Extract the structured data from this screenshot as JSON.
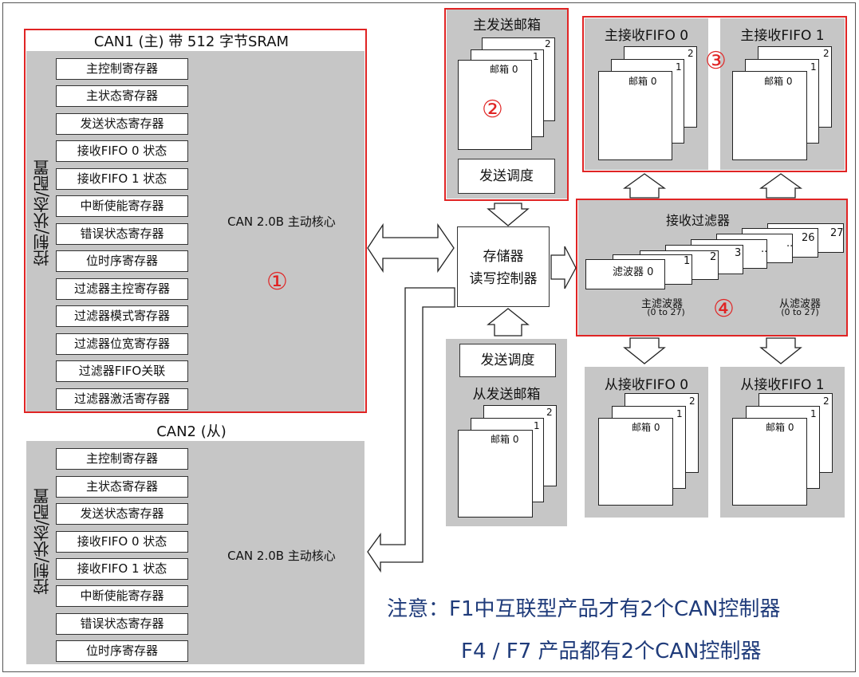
{
  "can1": {
    "title": "CAN1 (主) 带 512 字节SRAM",
    "side_label": "控制/状态/配置",
    "core_label": "CAN 2.0B 主动核心",
    "marker": "①",
    "registers": [
      "主控制寄存器",
      "主状态寄存器",
      "发送状态寄存器",
      "接收FIFO 0 状态",
      "接收FIFO 1 状态",
      "中断使能寄存器",
      "错误状态寄存器",
      "位时序寄存器",
      "过滤器主控寄存器",
      "过滤器模式寄存器",
      "过滤器位宽寄存器",
      "过滤器FIFO关联",
      "过滤器激活寄存器"
    ]
  },
  "can2": {
    "title": "CAN2 (从)",
    "side_label": "控制/状态/配置",
    "core_label": "CAN 2.0B 主动核心",
    "registers": [
      "主控制寄存器",
      "主状态寄存器",
      "发送状态寄存器",
      "接收FIFO 0 状态",
      "接收FIFO 1 状态",
      "中断使能寄存器",
      "错误状态寄存器",
      "位时序寄存器"
    ]
  },
  "master_tx": {
    "title": "主发送邮箱",
    "sheet_labels": [
      "2",
      "1",
      "邮箱 0"
    ],
    "scheduler": "发送调度",
    "marker": "②"
  },
  "master_rx0": {
    "title": "主接收FIFO 0",
    "sheet_labels": [
      "2",
      "1",
      "邮箱 0"
    ]
  },
  "master_rx1": {
    "title": "主接收FIFO 1",
    "sheet_labels": [
      "2",
      "1",
      "邮箱 0"
    ]
  },
  "rx_marker": "③",
  "controller": {
    "line1": "存储器",
    "line2": "读写控制器"
  },
  "filters": {
    "title": "接收过滤器",
    "first": "滤波器 0",
    "numbers": [
      "1",
      "2",
      "3",
      "..",
      "..",
      "26",
      "27"
    ],
    "master_label": "主滤波器",
    "master_range": "(0 to 27)",
    "slave_label": "从滤波器",
    "slave_range": "(0 to 27)",
    "marker": "④"
  },
  "slave_tx": {
    "title": "从发送邮箱",
    "sheet_labels": [
      "2",
      "1",
      "邮箱 0"
    ],
    "scheduler": "发送调度"
  },
  "slave_rx0": {
    "title": "从接收FIFO 0",
    "sheet_labels": [
      "2",
      "1",
      "邮箱 0"
    ]
  },
  "slave_rx1": {
    "title": "从接收FIFO 1",
    "sheet_labels": [
      "2",
      "1",
      "邮箱 0"
    ]
  },
  "note": {
    "line1": "注意：F1中互联型产品才有2个CAN控制器",
    "line2": "F4 / F7 产品都有2个CAN控制器"
  }
}
